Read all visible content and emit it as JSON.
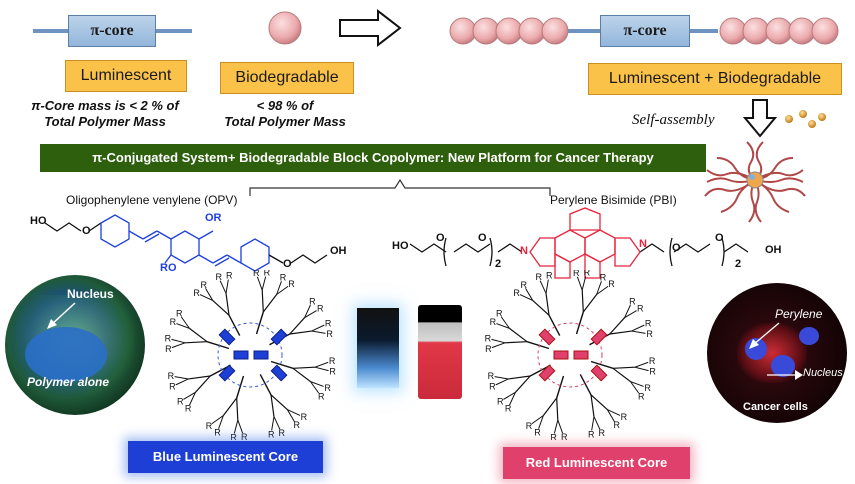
{
  "top": {
    "core_label": "π-core",
    "luminescent_label": "Luminescent",
    "biodegradable_label": "Biodegradable",
    "combined_label": "Luminescent + Biodegradable",
    "core_mass_note_line1": "π-Core mass is < 2 % of",
    "core_mass_note_line2": "Total Polymer Mass",
    "bio_mass_note_line1": "< 98 % of",
    "bio_mass_note_line2": "Total Polymer Mass",
    "self_assembly": "Self-assembly"
  },
  "banner": "π-Conjugated System+ Biodegradable Block Copolymer: New Platform for Cancer Therapy",
  "molecules": {
    "opv_title": "Oligophenylene venylene (OPV)",
    "pbi_title": "Perylene Bisimide (PBI)",
    "opv_labels": {
      "ho_left": "HO",
      "o_left": "O",
      "or_top": "OR",
      "ro_bottom": "RO",
      "o_right": "O",
      "oh_right": "OH"
    },
    "pbi_labels": {
      "ho_left": "HO",
      "o1": "O",
      "sub1": "2",
      "o2": "O",
      "n_left": "N",
      "n_right": "N",
      "o3": "O",
      "o4": "O",
      "sub2": "2",
      "oh_right": "OH"
    }
  },
  "images": {
    "left_nucleus": "Nucleus",
    "left_polymer": "Polymer alone",
    "right_perylene": "Perylene",
    "right_nucleus": "Nucleus",
    "right_cancer": "Cancer cells"
  },
  "dendrimer_r": "R",
  "cores": {
    "blue_label": "Blue Luminescent Core",
    "red_label": "Red Luminescent Core"
  },
  "colors": {
    "core_box": "#93b6db",
    "orange_box": "#fbc24a",
    "bead": "#eba9ac",
    "banner": "#2e5f0d",
    "blue_core": "#1e3fd6",
    "red_core": "#e0406c",
    "opv_blue": "#1d3fe0",
    "pbi_red": "#e8233a"
  }
}
